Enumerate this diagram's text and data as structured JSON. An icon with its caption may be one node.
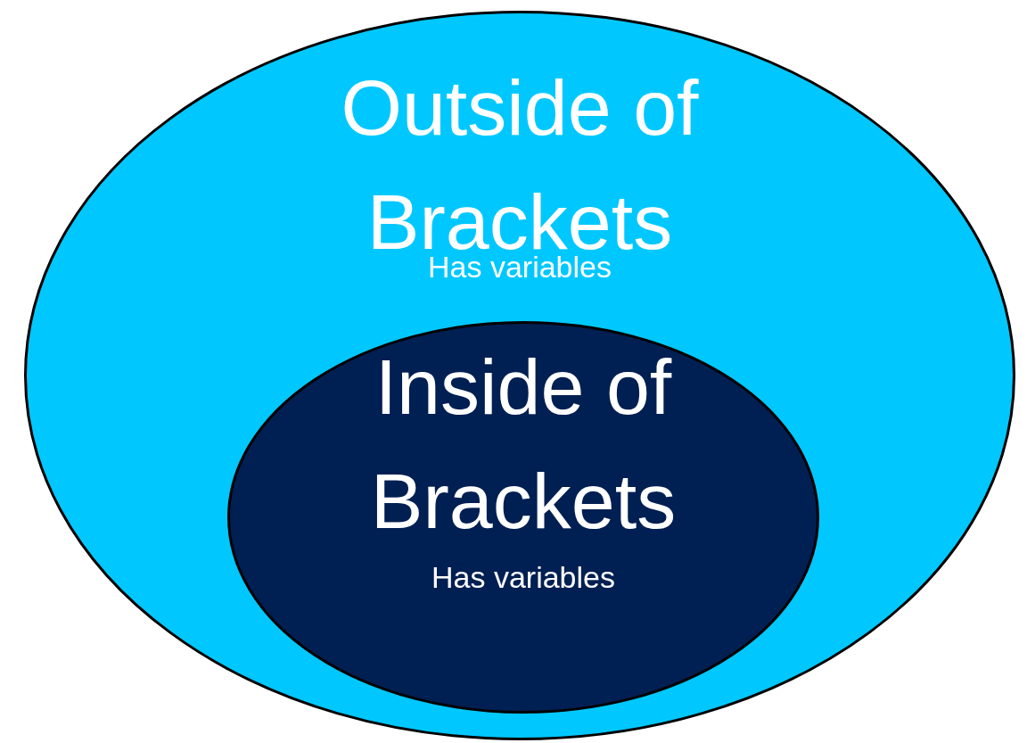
{
  "diagram": {
    "nodes": [
      {
        "text": [
          "Outside of Brackets",
          "Has variables"
        ]
      },
      {
        "text": [
          "Inside of Brackets",
          "Has variables"
        ],
        "in": 0
      }
    ]
  }
}
